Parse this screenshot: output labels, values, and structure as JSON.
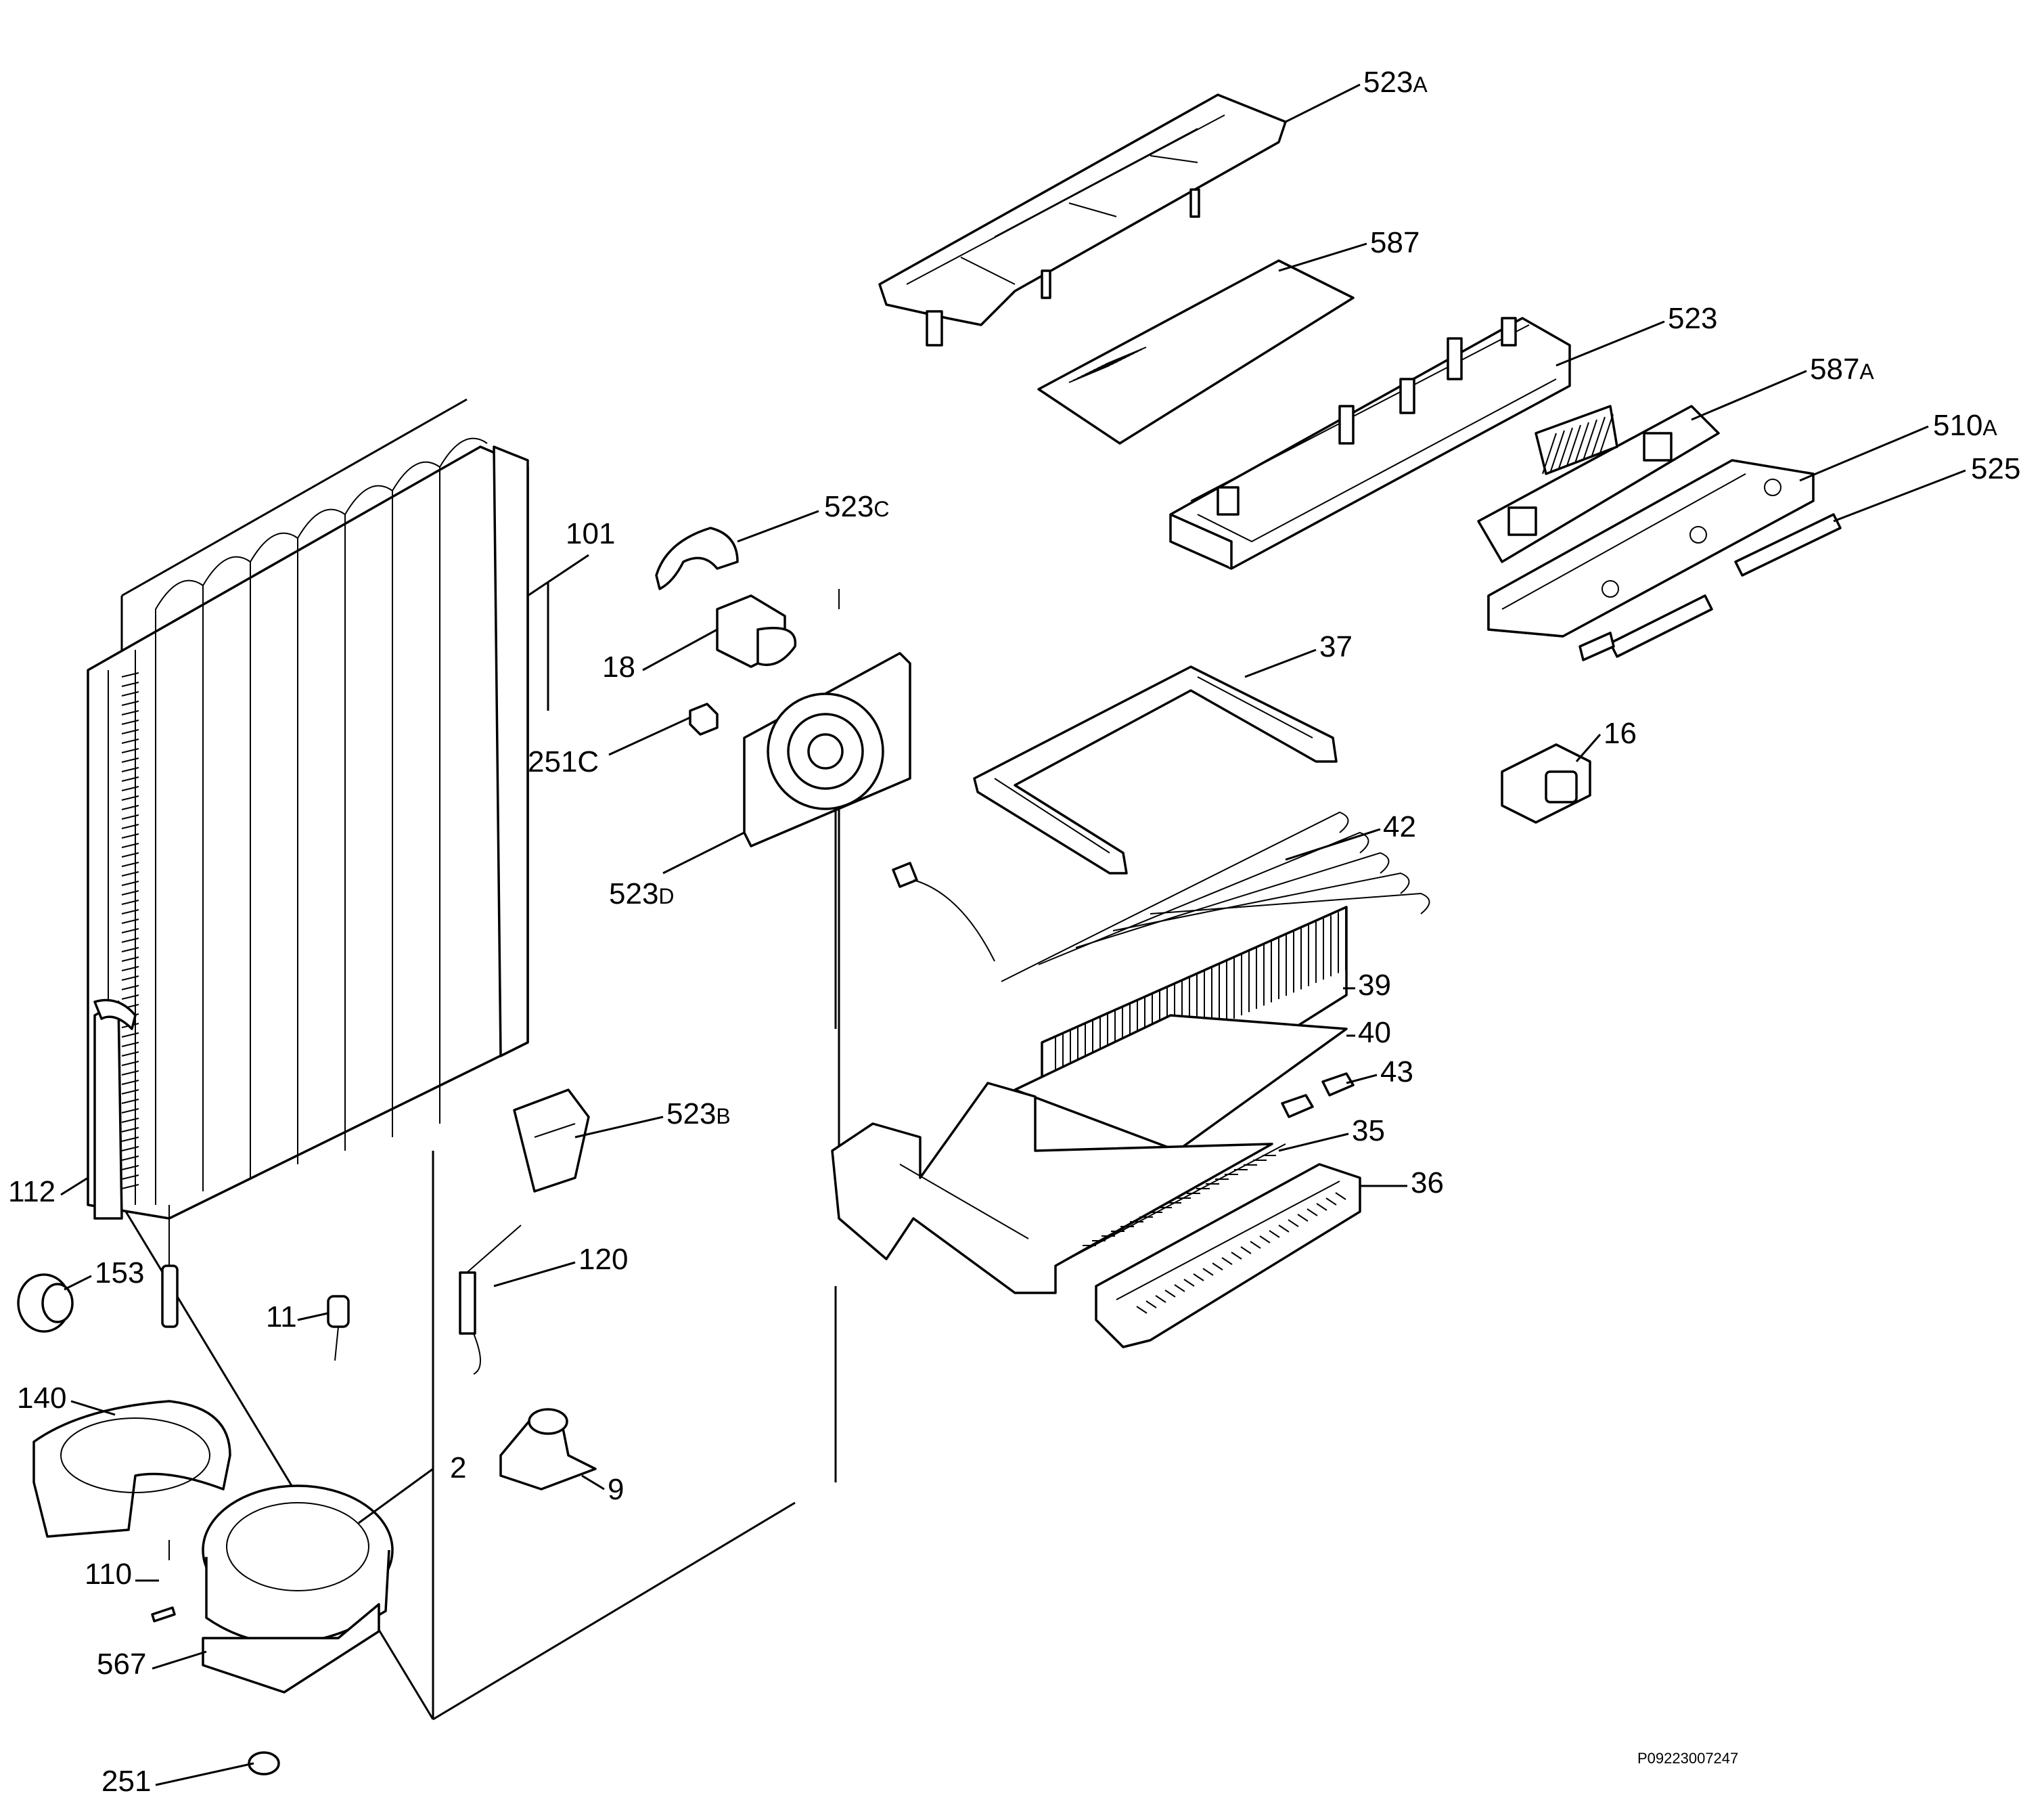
{
  "labels": [
    {
      "id": "523A",
      "num": "523",
      "sub": "A"
    },
    {
      "id": "587",
      "num": "587",
      "sub": ""
    },
    {
      "id": "523",
      "num": "523",
      "sub": ""
    },
    {
      "id": "587A",
      "num": "587",
      "sub": "A"
    },
    {
      "id": "510A",
      "num": "510",
      "sub": "A"
    },
    {
      "id": "525",
      "num": "525",
      "sub": ""
    },
    {
      "id": "523C",
      "num": "523",
      "sub": "C"
    },
    {
      "id": "101",
      "num": "101",
      "sub": ""
    },
    {
      "id": "18",
      "num": "18",
      "sub": ""
    },
    {
      "id": "251C",
      "num": "251C",
      "sub": ""
    },
    {
      "id": "523D",
      "num": "523",
      "sub": "D"
    },
    {
      "id": "37",
      "num": "37",
      "sub": ""
    },
    {
      "id": "16",
      "num": "16",
      "sub": ""
    },
    {
      "id": "42",
      "num": "42",
      "sub": ""
    },
    {
      "id": "39",
      "num": "39",
      "sub": ""
    },
    {
      "id": "40",
      "num": "40",
      "sub": ""
    },
    {
      "id": "43",
      "num": "43",
      "sub": ""
    },
    {
      "id": "35",
      "num": "35",
      "sub": ""
    },
    {
      "id": "36",
      "num": "36",
      "sub": ""
    },
    {
      "id": "523B",
      "num": "523",
      "sub": "B"
    },
    {
      "id": "112",
      "num": "112",
      "sub": ""
    },
    {
      "id": "153",
      "num": "153",
      "sub": ""
    },
    {
      "id": "120",
      "num": "120",
      "sub": ""
    },
    {
      "id": "11",
      "num": "11",
      "sub": ""
    },
    {
      "id": "140",
      "num": "140",
      "sub": ""
    },
    {
      "id": "2",
      "num": "2",
      "sub": ""
    },
    {
      "id": "9",
      "num": "9",
      "sub": ""
    },
    {
      "id": "110",
      "num": "110",
      "sub": ""
    },
    {
      "id": "567",
      "num": "567",
      "sub": ""
    },
    {
      "id": "251",
      "num": "251",
      "sub": ""
    }
  ],
  "drawing_code": "P09223007247"
}
